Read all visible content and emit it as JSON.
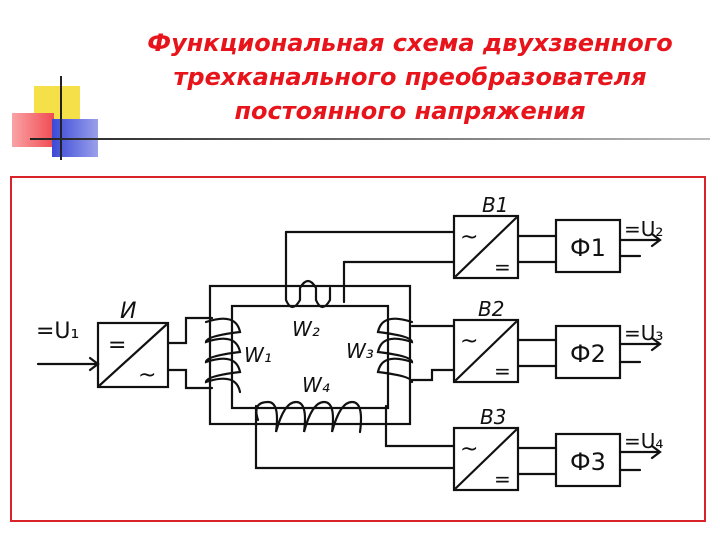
{
  "title": {
    "line1": "Функциональная схема двухзвенного",
    "line2": "трехканального преобразователя",
    "line3": "постоянного напряжения"
  },
  "colors": {
    "title": "#e8141b",
    "frame": "#d9232a",
    "deco_yellow": "#f6e04a",
    "deco_red": "#f04b52",
    "deco_blue": "#3b49d6"
  },
  "diagram": {
    "input_label": "=U₁",
    "inverter_label": "И",
    "inverter_symbol_top": "=",
    "inverter_symbol_bottom": "~",
    "windings": [
      "W₁",
      "W₂",
      "W₃",
      "W₄"
    ],
    "rectifiers": [
      {
        "label": "В1",
        "top": "~",
        "bottom": "="
      },
      {
        "label": "В2",
        "top": "~",
        "bottom": "="
      },
      {
        "label": "В3",
        "top": "~",
        "bottom": "="
      }
    ],
    "filters": [
      "Ф1",
      "Ф2",
      "Ф3"
    ],
    "outputs": [
      "=U₂",
      "=U₃",
      "=U₄"
    ]
  }
}
